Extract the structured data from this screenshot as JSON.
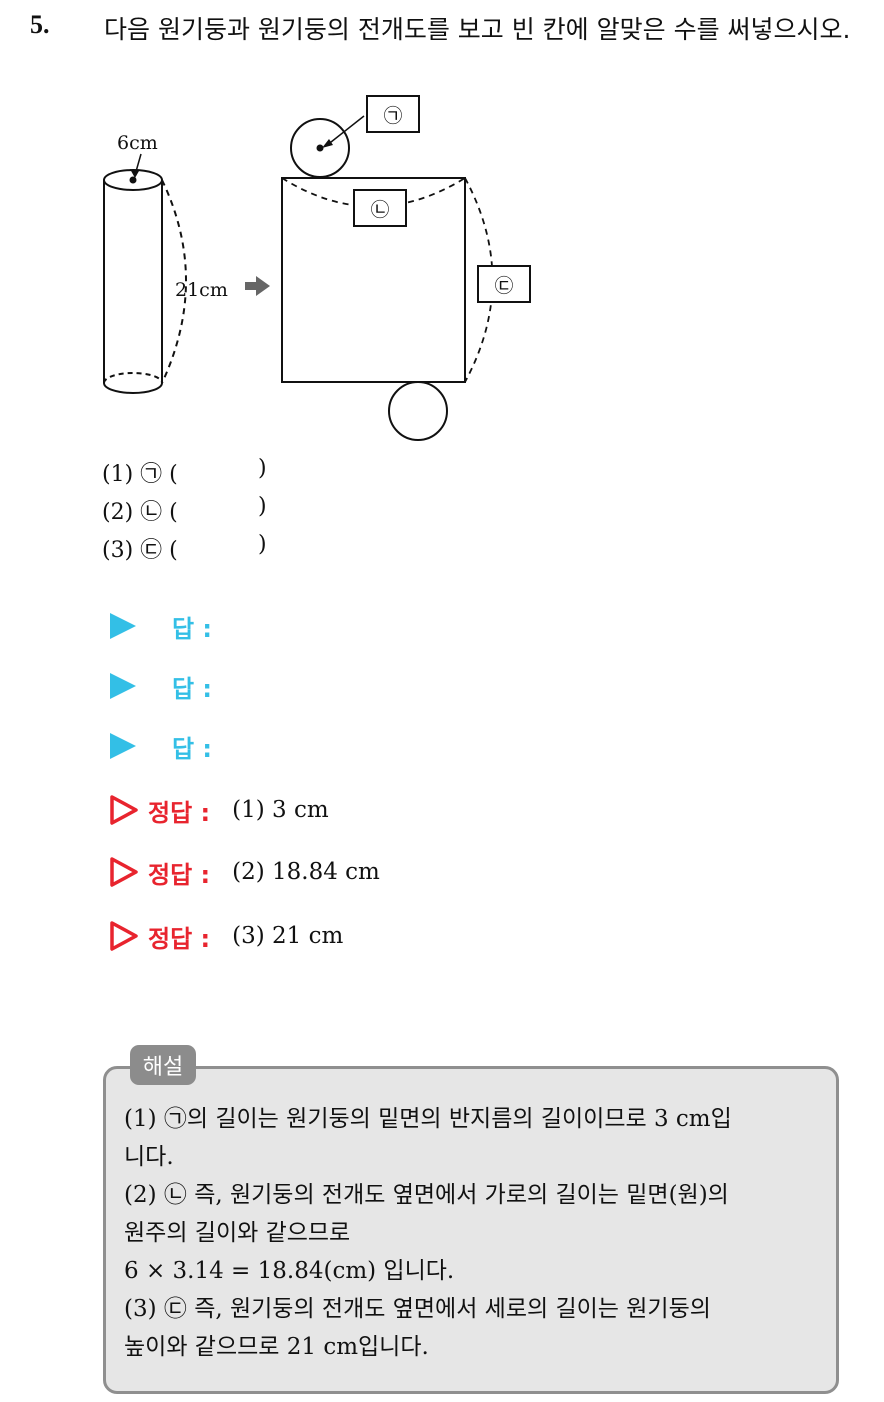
{
  "question": {
    "number": "5.",
    "text": "다음 원기둥과 원기둥의 전개도를 보고 빈 칸에 알맞은 수를 써넣으시오."
  },
  "figure": {
    "diameter_label": "6cm",
    "height_label": "21cm",
    "box1": "㉠",
    "box2": "㉡",
    "box3": "㉢"
  },
  "blanks": [
    {
      "label": "(1) ㉠ (",
      "close": ")"
    },
    {
      "label": "(2) ㉡ (",
      "close": ")"
    },
    {
      "label": "(3) ㉢ (",
      "close": ")"
    }
  ],
  "answer_label": "답 :",
  "correct_label": "정답 :",
  "correct_answers": [
    "(1) 3 cm",
    "(2) 18.84 cm",
    "(3) 21 cm"
  ],
  "explanation": {
    "title": "해설",
    "lines": [
      "(1) ㉠의 길이는 원기둥의 밑면의 반지름의 길이이므로 3 cm입",
      "니다.",
      "(2) ㉡ 즉, 원기둥의 전개도 옆면에서 가로의 길이는 밑면(원)의",
      "원주의 길이와 같으므로",
      "6 × 3.14 = 18.84(cm) 입니다.",
      "(3) ㉢ 즉, 원기둥의 전개도 옆면에서 세로의 길이는 원기둥의",
      "높이와 같으므로 21 cm입니다."
    ]
  },
  "colors": {
    "answer_accent": "#33bfe6",
    "correct_accent": "#e8242e",
    "explanation_tab": "#8c8c8c",
    "explanation_bg": "#e6e6e6"
  }
}
